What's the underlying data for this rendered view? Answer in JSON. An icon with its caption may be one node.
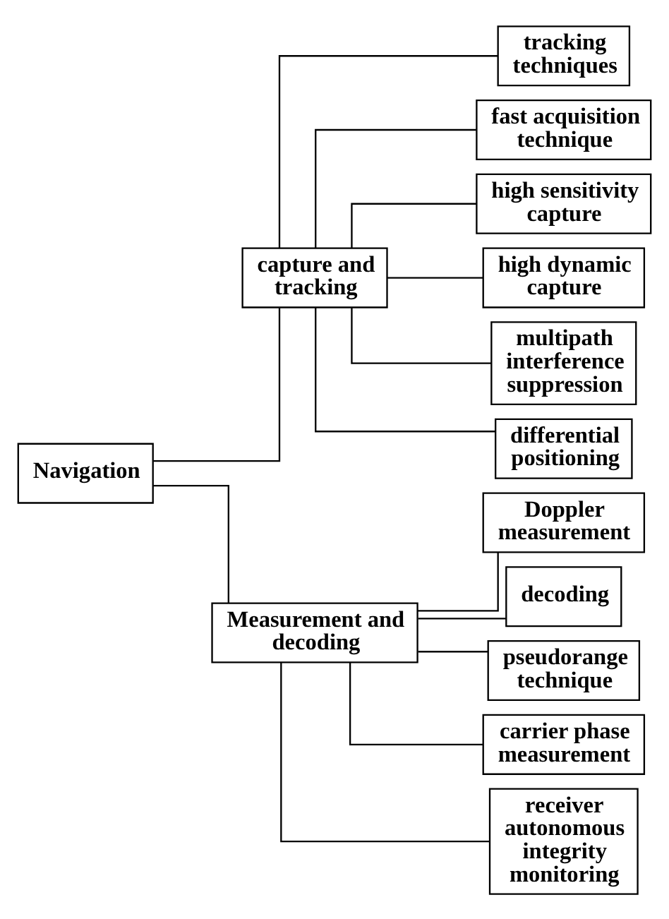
{
  "diagram": {
    "nodes": [
      {
        "text": [
          "Navigation"
        ]
      },
      {
        "text": [
          "capture and tracking"
        ]
      },
      {
        "text": [
          "tracking techniques"
        ]
      },
      {
        "text": [
          "fast acquisition technique"
        ]
      },
      {
        "text": [
          "high sensitivity capture"
        ]
      },
      {
        "text": [
          "high dynamic capture"
        ]
      },
      {
        "text": [
          "multipath interference suppression"
        ]
      },
      {
        "text": [
          "differential positioning"
        ]
      },
      {
        "text": [
          "Measurement and decoding"
        ]
      },
      {
        "text": [
          "Doppler measurement"
        ]
      },
      {
        "text": [
          "decoding"
        ]
      },
      {
        "text": [
          "pseudorange technique"
        ]
      },
      {
        "text": [
          "carrier phase measurement"
        ]
      },
      {
        "text": [
          "receiver autonomous integrity monitoring"
        ]
      }
    ],
    "edges": [
      {
        "from": 0,
        "to": 1,
        "arrow": "none"
      },
      {
        "from": 0,
        "to": 8,
        "arrow": "none"
      },
      {
        "from": 1,
        "to": 2,
        "arrow": "none"
      },
      {
        "from": 1,
        "to": 3,
        "arrow": "none"
      },
      {
        "from": 1,
        "to": 4,
        "arrow": "none"
      },
      {
        "from": 1,
        "to": 5,
        "arrow": "none"
      },
      {
        "from": 1,
        "to": 6,
        "arrow": "none"
      },
      {
        "from": 1,
        "to": 7,
        "arrow": "none"
      },
      {
        "from": 8,
        "to": 9,
        "arrow": "none"
      },
      {
        "from": 8,
        "to": 10,
        "arrow": "none"
      },
      {
        "from": 8,
        "to": 11,
        "arrow": "none"
      },
      {
        "from": 8,
        "to": 12,
        "arrow": "none"
      },
      {
        "from": 8,
        "to": 13,
        "arrow": "none"
      }
    ]
  }
}
